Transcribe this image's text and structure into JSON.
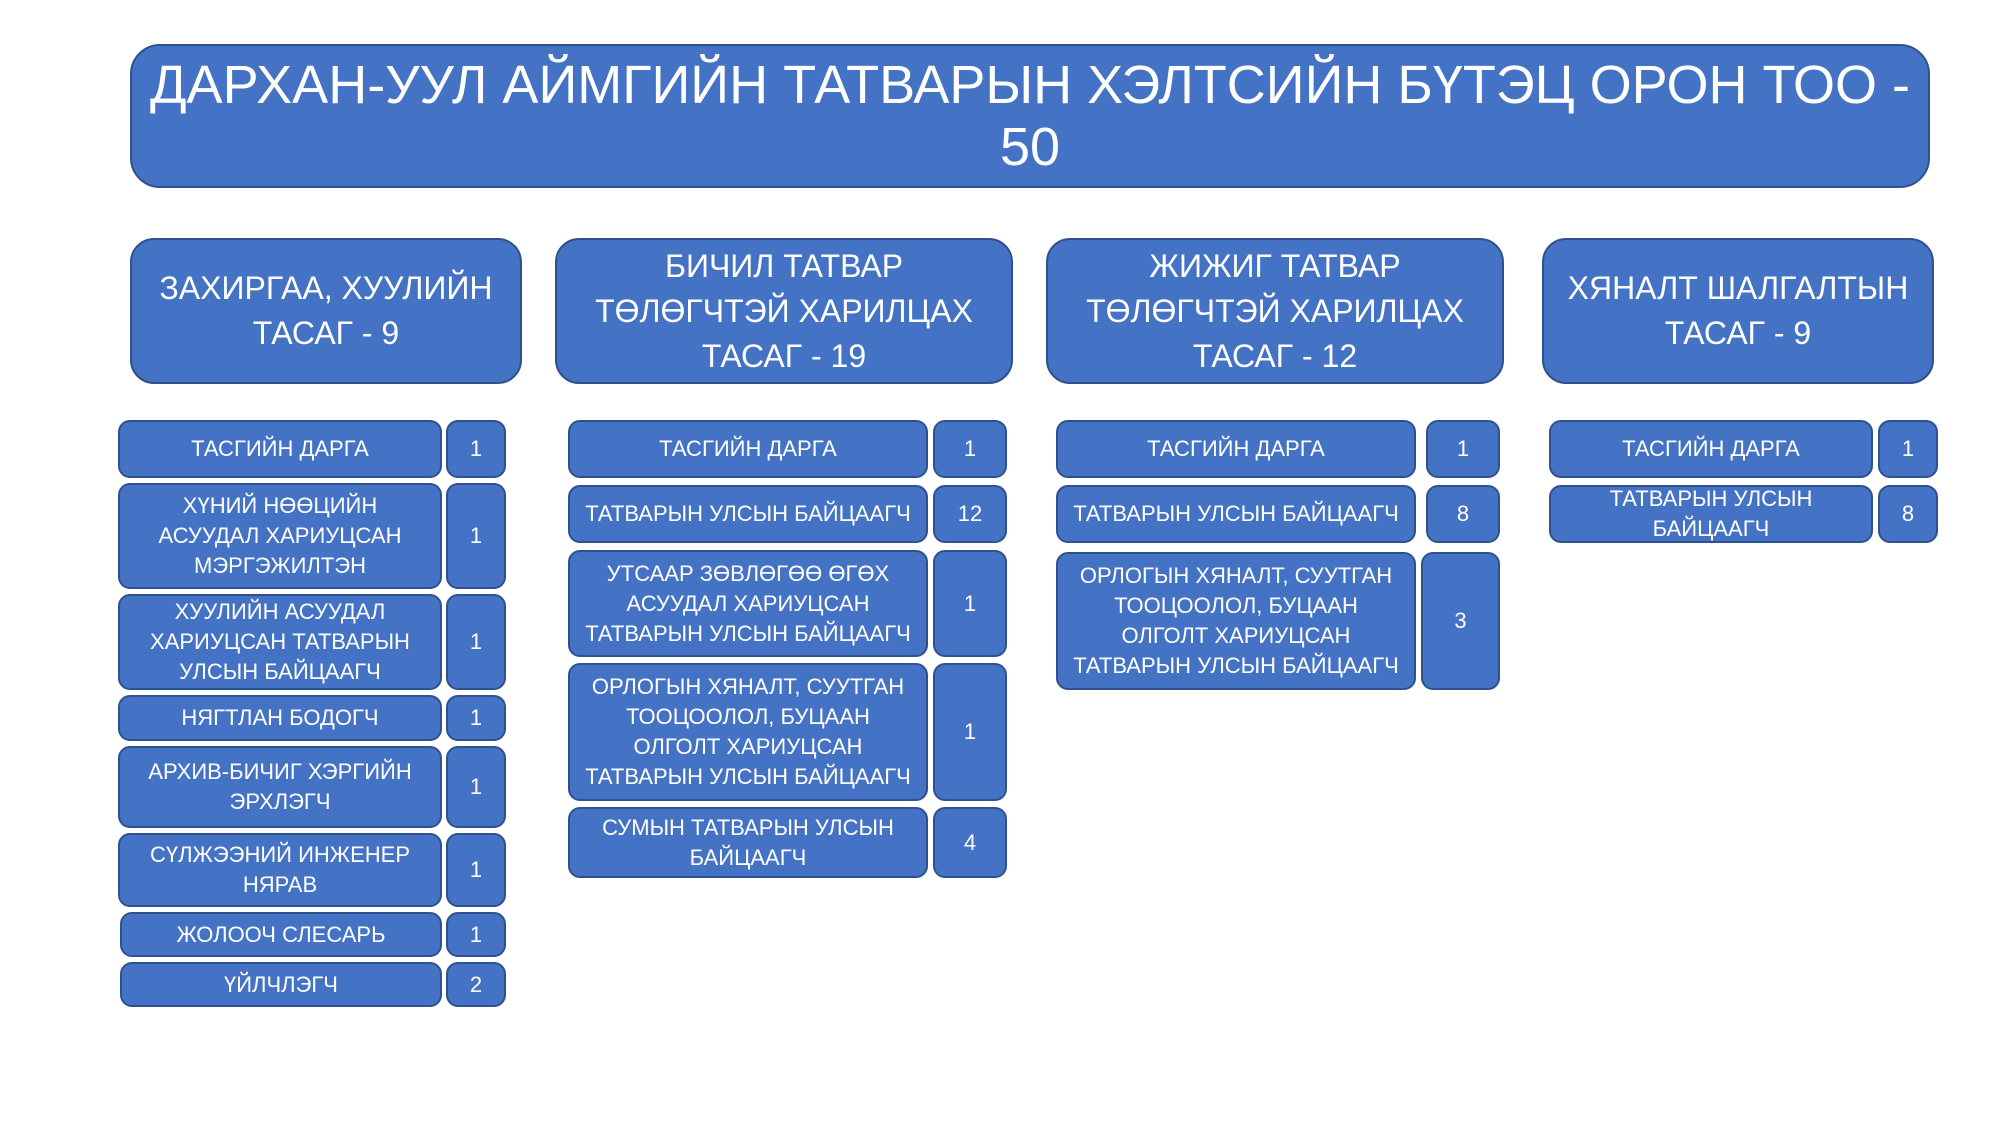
{
  "title": "ДАРХАН-УУЛ АЙМГИЙН ТАТВАРЫН ХЭЛТСИЙН БҮТЭЦ ОРОН ТОО - 50",
  "departments": [
    {
      "name": "ЗАХИРГАА, ХУУЛИЙН ТАСАГ - 9",
      "positions": [
        {
          "title": "ТАСГИЙН ДАРГА",
          "count": "1"
        },
        {
          "title": "ХҮНИЙ НӨӨЦИЙН АСУУДАЛ ХАРИУЦСАН МЭРГЭЖИЛТЭН",
          "count": "1"
        },
        {
          "title": "ХУУЛИЙН АСУУДАЛ ХАРИУЦСАН ТАТВАРЫН УЛСЫН БАЙЦААГЧ",
          "count": "1"
        },
        {
          "title": "НЯГТЛАН БОДОГЧ",
          "count": "1"
        },
        {
          "title": "АРХИВ-БИЧИГ ХЭРГИЙН ЭРХЛЭГЧ",
          "count": "1"
        },
        {
          "title": "СҮЛЖЭЭНИЙ ИНЖЕНЕР НЯРАВ",
          "count": "1"
        },
        {
          "title": "ЖОЛООЧ СЛЕСАРЬ",
          "count": "1"
        },
        {
          "title": "ҮЙЛЧЛЭГЧ",
          "count": "2"
        }
      ]
    },
    {
      "name": "БИЧИЛ ТАТВАР ТӨЛӨГЧТЭЙ ХАРИЛЦАХ ТАСАГ - 19",
      "positions": [
        {
          "title": "ТАСГИЙН ДАРГА",
          "count": "1"
        },
        {
          "title": "ТАТВАРЫН УЛСЫН БАЙЦААГЧ",
          "count": "12"
        },
        {
          "title": "УТСААР ЗӨВЛӨГӨӨ ӨГӨХ АСУУДАЛ ХАРИУЦСАН ТАТВАРЫН УЛСЫН БАЙЦААГЧ",
          "count": "1"
        },
        {
          "title": "ОРЛОГЫН ХЯНАЛТ, СУУТГАН ТООЦООЛОЛ, БУЦААН ОЛГОЛТ ХАРИУЦСАН ТАТВАРЫН УЛСЫН БАЙЦААГЧ",
          "count": "1"
        },
        {
          "title": "СУМЫН ТАТВАРЫН УЛСЫН БАЙЦААГЧ",
          "count": "4"
        }
      ]
    },
    {
      "name": "ЖИЖИГ ТАТВАР ТӨЛӨГЧТЭЙ ХАРИЛЦАХ ТАСАГ - 12",
      "positions": [
        {
          "title": "ТАСГИЙН ДАРГА",
          "count": "1"
        },
        {
          "title": "ТАТВАРЫН УЛСЫН БАЙЦААГЧ",
          "count": "8"
        },
        {
          "title": "ОРЛОГЫН ХЯНАЛТ, СУУТГАН ТООЦООЛОЛ, БУЦААН ОЛГОЛТ ХАРИУЦСАН ТАТВАРЫН УЛСЫН БАЙЦААГЧ",
          "count": "3"
        }
      ]
    },
    {
      "name": "ХЯНАЛТ ШАЛГАЛТЫН ТАСАГ - 9",
      "positions": [
        {
          "title": "ТАСГИЙН ДАРГА",
          "count": "1"
        },
        {
          "title": "ТАТВАРЫН УЛСЫН БАЙЦААГЧ",
          "count": "8"
        }
      ]
    }
  ],
  "colors": {
    "fill": "#4472c4",
    "border": "#2f528f",
    "text": "#ffffff"
  }
}
